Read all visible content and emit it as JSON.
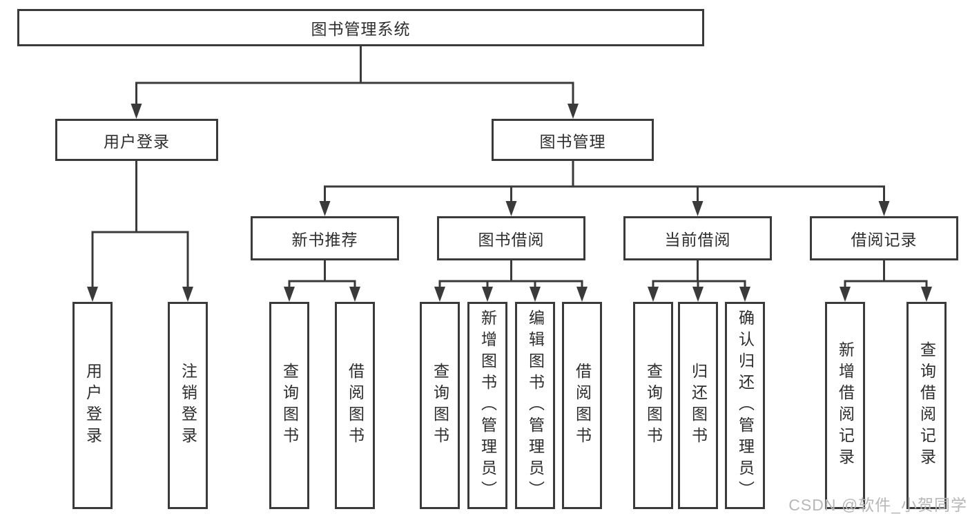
{
  "diagram": {
    "title": "图书管理系统",
    "branches": {
      "user_login": {
        "label": "用户登录",
        "children": [
          "用户登录",
          "注销登录"
        ]
      },
      "book_mgmt": {
        "label": "图书管理",
        "sections": {
          "new_book": {
            "label": "新书推荐",
            "children": [
              "查询图书",
              "借阅图书"
            ]
          },
          "book_borrow": {
            "label": "图书借阅",
            "children": [
              "查询图书",
              "新增图书（管理员）",
              "编辑图书（管理员）",
              "借阅图书"
            ]
          },
          "current_borrow": {
            "label": "当前借阅",
            "children": [
              "查询图书",
              "归还图书",
              "确认归还（管理员）"
            ]
          },
          "borrow_record": {
            "label": "借阅记录",
            "children": [
              "新增借阅记录",
              "查询借阅记录"
            ]
          }
        }
      }
    }
  },
  "watermark": {
    "text": "CSDN @软件_小贺同学"
  },
  "colors": {
    "line": "#3a3a3a",
    "text": "#2d2d2d",
    "background": "#ffffff",
    "watermark": "#b7b7b7"
  }
}
